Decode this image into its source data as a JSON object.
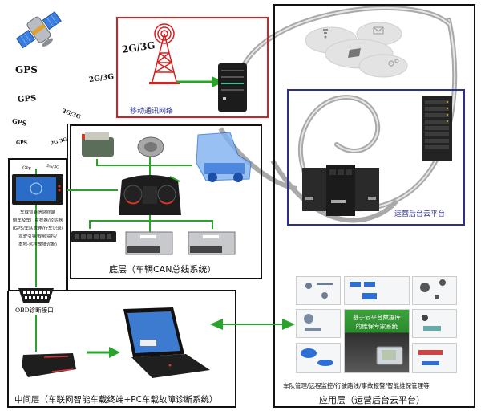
{
  "colors": {
    "mobile_network_border": "#d81e1e",
    "cloud_box_border": "#2a2f8c",
    "connector_green": "#2aa32a",
    "frame_black": "#111111",
    "label_blue": "#2a2f8c"
  },
  "floating_labels": {
    "gps_1": "GPS",
    "gps_2": "GPS",
    "gps_3": "GPS",
    "gps_4": "GPS",
    "net_1": "2G/3G",
    "net_2": "2G/3G",
    "net_3": "2G/3G"
  },
  "mobile_network": {
    "tower_label": "2G/3G",
    "title": "移动通讯网络"
  },
  "cloud_platform": {
    "title": "运营后台云平台"
  },
  "terminal": {
    "gps_label": "GPS",
    "net_label": "2G/3G",
    "description_lines": [
      "车载智能信息终端",
      "倒车及车门监视器/驳站器",
      "(GPS/车队管理/行车记录/",
      "驾驶引导/视频监控/",
      "本地-远程故障诊断)"
    ]
  },
  "obd": {
    "label": "OBD诊断接口"
  },
  "bottom_layer": {
    "title": "底层（车辆CAN总线系统）"
  },
  "middle_layer": {
    "title": "中间层（车联网智能车载终端+PC车载故障诊断系统）"
  },
  "application_layer": {
    "center_banner": [
      "基于云平台数据库",
      "的维保专家系统"
    ],
    "services": "车队管理/远程监控/行驶路线/事故报警/智能维保管理等",
    "title": "应用层（运营后台云平台）"
  }
}
